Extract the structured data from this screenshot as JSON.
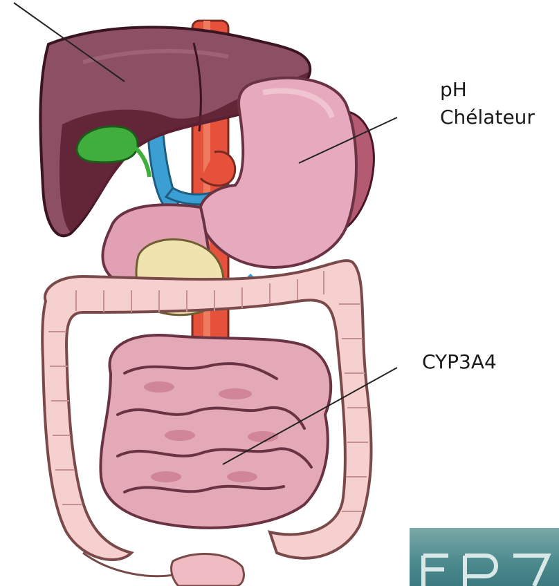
{
  "diagram": {
    "labels": {
      "stomach": [
        "pH",
        "Chélateur"
      ],
      "small_intestine": "CYP3A4"
    },
    "organs": [
      "liver",
      "gallbladder",
      "stomach",
      "spleen",
      "pancreas",
      "duodenum",
      "colon",
      "small-intestine",
      "aorta",
      "vena-cava"
    ],
    "colors": {
      "liver": "#8d4f63",
      "liver_dark": "#5e2033",
      "gallbladder": "#3fae3c",
      "stomach": "#e7a9bd",
      "intestine": "#e4a9b7",
      "colon": "#f6cfcf",
      "pancreas": "#efe3b0",
      "aorta": "#e5513a",
      "vein": "#3b9fd3",
      "logo_bg": "#4f8c90"
    }
  }
}
